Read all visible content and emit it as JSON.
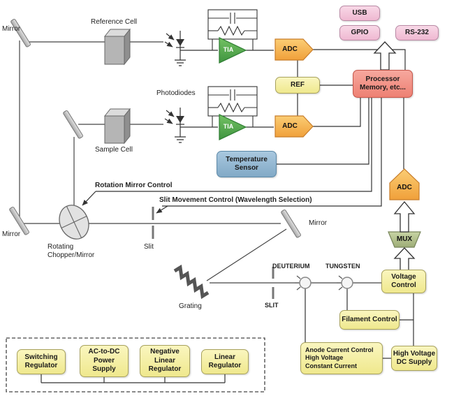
{
  "colors": {
    "box_yellow": "#efe88d",
    "box_pink": "#efb8d1",
    "processor_red": "#ee8073",
    "temp_blue": "#81a9c6",
    "tia_green": "#3f9440",
    "adc_orange": "#f2a13d",
    "mux_green": "#a3b37e",
    "line": "#333333"
  },
  "optics": {
    "mirror_top": "Mirror",
    "mirror_bottom": "Mirror",
    "mirror_right": "Mirror",
    "reference_cell": "Reference Cell",
    "sample_cell": "Sample Cell",
    "photodiodes": "Photodiodes",
    "rotating_chopper": "Rotating\nChopper/Mirror",
    "slit": "Slit",
    "exit_slit": "SLIT",
    "grating": "Grating",
    "deuterium": "DEUTERIUM",
    "tungsten": "TUNGSTEN"
  },
  "controls": {
    "rotation_mirror": "Rotation Mirror Control",
    "slit_movement": "Slit Movement Control (Wavelength Selection)"
  },
  "blocks": {
    "usb": "USB",
    "gpio": "GPIO",
    "rs232": "RS-232",
    "processor": "Processor\nMemory, etc...",
    "ref": "REF",
    "adc_top": "ADC",
    "adc_mid": "ADC",
    "adc_right": "ADC",
    "tia_top": "TIA",
    "tia_mid": "TIA",
    "temperature_sensor": "Temperature\nSensor",
    "mux": "MUX",
    "voltage_control": "Voltage\nControl",
    "filament_control": "Filament Control",
    "anode_control": "Anode Current Control\nHigh Voltage\nConstant Current",
    "hv_dc_supply": "High Voltage\nDC Supply",
    "switching_regulator": "Switching\nRegulator",
    "ac_dc_supply": "AC-to-DC\nPower\nSupply",
    "negative_linear_regulator": "Negative\nLinear\nRegulator",
    "linear_regulator": "Linear\nRegulator"
  }
}
